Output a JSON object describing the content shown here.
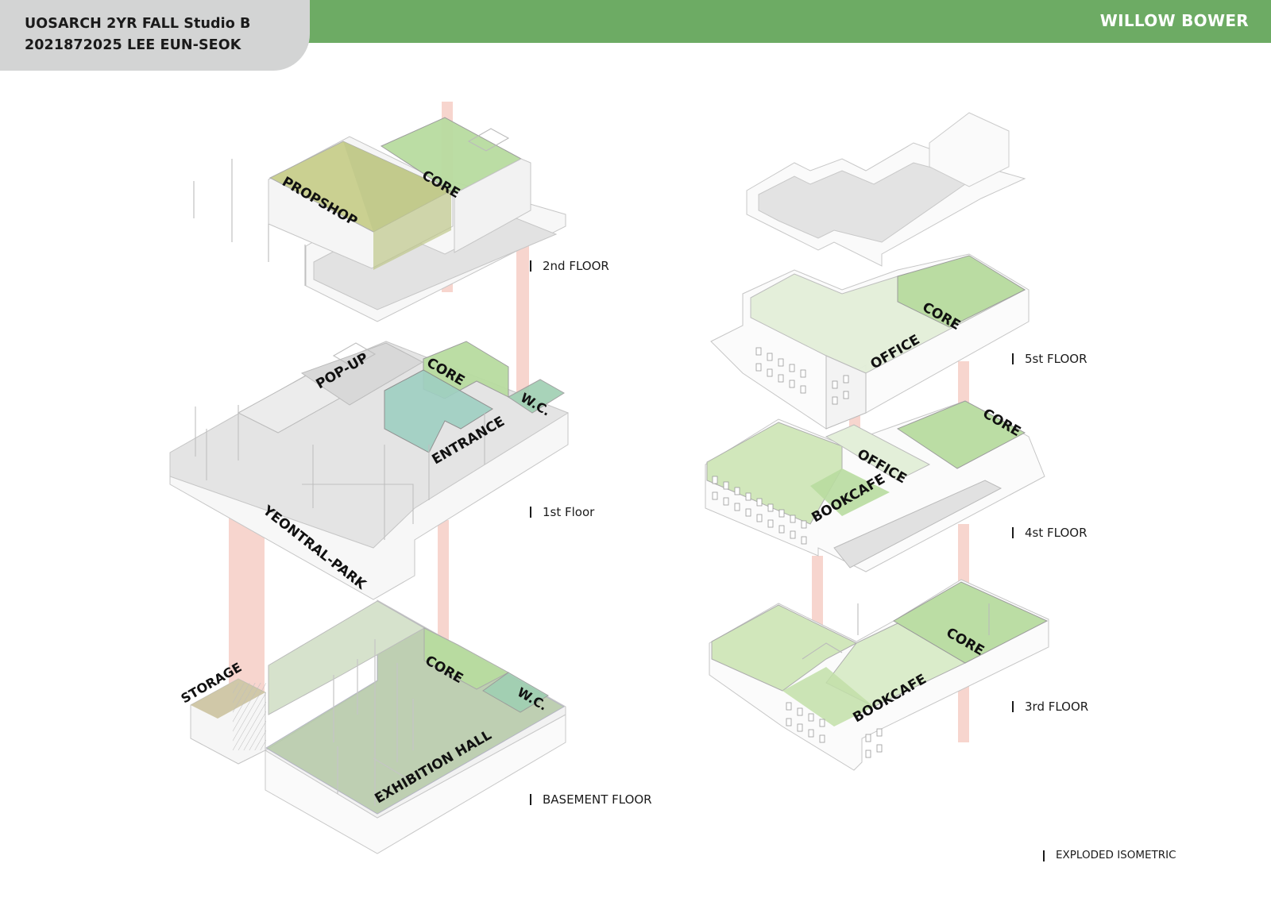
{
  "header": {
    "author_line1": "UOSARCH 2YR FALL Studio B",
    "author_line2": "2021872025 LEE EUN-SEOK",
    "project_title": "WILLOW BOWER"
  },
  "floor_labels": {
    "second": "2nd FLOOR",
    "first": "1st Floor",
    "basement": "BASEMENT FLOOR",
    "fifth": "5st FLOOR",
    "fourth": "4st FLOOR",
    "third": "3rd FLOOR"
  },
  "rooms": {
    "propshop": "PROPSHOP",
    "core_2f": "CORE",
    "popup": "POP-UP",
    "core_1f": "CORE",
    "wc_1f": "W.C.",
    "entrance": "ENTRANCE",
    "park": "YEONTRAL-PARK",
    "storage": "STORAGE",
    "core_b": "CORE",
    "wc_b": "W.C.",
    "exhibition": "EXHIBITION HALL",
    "core_5f": "CORE",
    "office_5f": "OFFICE",
    "core_4f": "CORE",
    "office_4f": "OFFICE",
    "bookcafe_4f": "BOOKCAFE",
    "core_3f": "CORE",
    "bookcafe_3f": "BOOKCAFE"
  },
  "footer": {
    "drawing_type": "EXPLODED ISOMETRIC"
  },
  "colors": {
    "header_green": "#6dab64",
    "author_tab_grey": "#d3d4d4",
    "circulation_pink": "#f0b3a6",
    "program_green": "#b8dca0",
    "propshop_olive": "#c8cf8c",
    "entrance_teal": "#9fcfc2",
    "exhibition_sage": "#b5c9a8",
    "floor_grey": "#dedede"
  }
}
